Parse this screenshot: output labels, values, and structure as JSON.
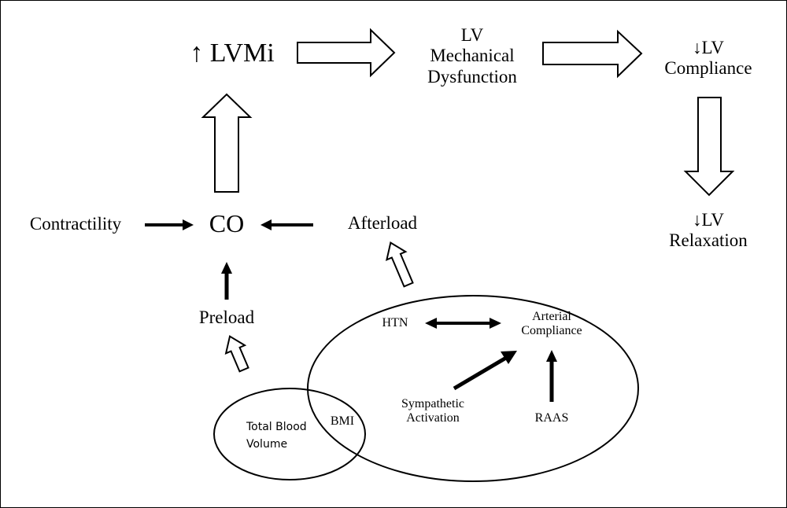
{
  "diagram": {
    "colors": {
      "stroke": "#000000",
      "background": "#ffffff",
      "hollow_fill": "#ffffff"
    },
    "nodes": {
      "lvmi": {
        "text": "↑ LVMi"
      },
      "lv_mech_1": {
        "text": "LV"
      },
      "lv_mech_2": {
        "text": "Mechanical"
      },
      "lv_mech_3": {
        "text": "Dysfunction"
      },
      "lv_compliance_1": {
        "text": "↓LV"
      },
      "lv_compliance_2": {
        "text": "Compliance"
      },
      "lv_relaxation_1": {
        "text": "↓LV"
      },
      "lv_relaxation_2": {
        "text": "Relaxation"
      },
      "contractility": {
        "text": "Contractility"
      },
      "co": {
        "text": "CO"
      },
      "afterload": {
        "text": "Afterload"
      },
      "preload": {
        "text": "Preload"
      },
      "htn": {
        "text": "HTN"
      },
      "arterial_compliance_1": {
        "text": "Arterial"
      },
      "arterial_compliance_2": {
        "text": "Compliance"
      },
      "sympathetic_1": {
        "text": "Sympathetic"
      },
      "sympathetic_2": {
        "text": "Activation"
      },
      "raas": {
        "text": "RAAS"
      },
      "total_blood_volume_1": {
        "text": "Total Blood"
      },
      "total_blood_volume_2": {
        "text": "Volume"
      },
      "bmi": {
        "text": "BMI"
      }
    },
    "edges": [
      {
        "from": "CO",
        "to": "↑ LVMi",
        "style": "hollow"
      },
      {
        "from": "↑ LVMi",
        "to": "LV Mechanical Dysfunction",
        "style": "hollow"
      },
      {
        "from": "LV Mechanical Dysfunction",
        "to": "↓LV Compliance",
        "style": "hollow"
      },
      {
        "from": "↓LV Compliance",
        "to": "↓LV Relaxation",
        "style": "hollow"
      },
      {
        "from": "Contractility",
        "to": "CO",
        "style": "solid"
      },
      {
        "from": "Afterload",
        "to": "CO",
        "style": "solid"
      },
      {
        "from": "Preload",
        "to": "CO",
        "style": "solid"
      },
      {
        "from": "Total Blood Volume",
        "to": "Preload",
        "style": "hollow"
      },
      {
        "from": "BMI group",
        "to": "Afterload",
        "style": "hollow"
      },
      {
        "from": "HTN",
        "to": "Arterial Compliance",
        "style": "solid-bidirectional"
      },
      {
        "from": "Sympathetic Activation",
        "to": "Arterial Compliance",
        "style": "solid"
      },
      {
        "from": "RAAS",
        "to": "Arterial Compliance",
        "style": "solid"
      }
    ]
  }
}
